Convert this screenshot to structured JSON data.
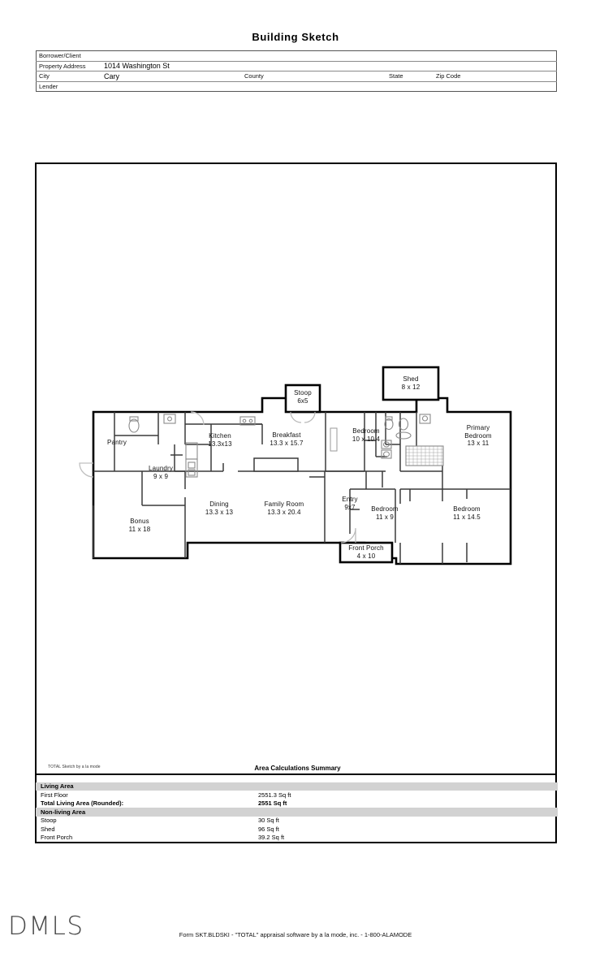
{
  "document": {
    "title": "Building Sketch",
    "footer_note": "Form SKT.BLDSKI - \"TOTAL\" appraisal software by a la mode, inc. - 1-800-ALAMODE",
    "logo_text": "DMLS",
    "sketch_credit": "TOTAL Sketch by a la mode"
  },
  "header_table": {
    "rows": [
      {
        "label": "Borrower/Client",
        "value": ""
      },
      {
        "label": "Property Address",
        "value": "1014 Washington St"
      }
    ],
    "city_row": {
      "city_label": "City",
      "city_value": "Cary",
      "county_label": "County",
      "county_value": "",
      "state_label": "State",
      "state_value": "",
      "zip_label": "Zip Code",
      "zip_value": ""
    },
    "lender_row": {
      "label": "Lender",
      "value": ""
    }
  },
  "floor_plan": {
    "rooms": [
      {
        "name": "Pantry",
        "dims": ""
      },
      {
        "name": "Laundry",
        "dims": "9 x 9"
      },
      {
        "name": "Bonus",
        "dims": "11 x 18"
      },
      {
        "name": "Kitchen",
        "dims": "13.3x13"
      },
      {
        "name": "Dining",
        "dims": "13.3 x 13"
      },
      {
        "name": "Breakfast",
        "dims": "13.3 x 15.7"
      },
      {
        "name": "Family Room",
        "dims": "13.3 x 20.4"
      },
      {
        "name": "Stoop",
        "dims": "6x5"
      },
      {
        "name": "Shed",
        "dims": "8 x 12"
      },
      {
        "name": "Bedroom",
        "dims": "10 x 10.4"
      },
      {
        "name": "Primary Bedroom",
        "dims": "13 x 11"
      },
      {
        "name": "Entry",
        "dims": "9x7"
      },
      {
        "name": "Bedroom",
        "dims": "11 x 9"
      },
      {
        "name": "Bedroom",
        "dims": "11 x 14.5"
      },
      {
        "name": "Front Porch",
        "dims": "4 x 10"
      }
    ],
    "labels": {
      "pantry": {
        "line1": "Pantry",
        "line2": ""
      },
      "laundry": {
        "line1": "Laundry",
        "line2": "9 x 9"
      },
      "bonus": {
        "line1": "Bonus",
        "line2": "11 x 18"
      },
      "kitchen": {
        "line1": "Kitchen",
        "line2": "13.3x13"
      },
      "dining": {
        "line1": "Dining",
        "line2": "13.3 x 13"
      },
      "breakfast": {
        "line1": "Breakfast",
        "line2": "13.3 x 15.7"
      },
      "family_room": {
        "line1": "Family Room",
        "line2": "13.3 x 20.4"
      },
      "stoop": {
        "line1": "Stoop",
        "line2": "6x5"
      },
      "shed": {
        "line1": "Shed",
        "line2": "8 x 12"
      },
      "bedroom_front": {
        "line1": "Bedroom",
        "line2": "10 x 10.4"
      },
      "primary_l1": {
        "line1": "Primary",
        "line2": "Bedroom",
        "line3": "13 x 11"
      },
      "entry": {
        "line1": "Entry",
        "line2": "9x7"
      },
      "bedroom_mid": {
        "line1": "Bedroom",
        "line2": "11 x 9"
      },
      "bedroom_rear": {
        "line1": "Bedroom",
        "line2": "11 x 14.5"
      },
      "front_porch": {
        "line1": "Front Porch",
        "line2": "4 x 10"
      }
    }
  },
  "area_summary": {
    "title": "Area Calculations Summary",
    "sections": [
      {
        "heading": "Living Area",
        "rows": [
          {
            "name": "First Floor",
            "value": "2551.3 Sq ft",
            "bold": false
          },
          {
            "name": "Total Living Area (Rounded):",
            "value": "2551 Sq ft",
            "bold": true
          }
        ]
      },
      {
        "heading": "Non-living Area",
        "rows": [
          {
            "name": "Stoop",
            "value": "30 Sq ft",
            "bold": false
          },
          {
            "name": "Shed",
            "value": "96 Sq ft",
            "bold": false
          },
          {
            "name": "Front Porch",
            "value": "39.2 Sq ft",
            "bold": false
          }
        ]
      }
    ]
  },
  "colors": {
    "wall": "#000000",
    "interior_wall": "#3a3a3a",
    "fixture": "#555555",
    "section_band": "#d2d2d2"
  }
}
